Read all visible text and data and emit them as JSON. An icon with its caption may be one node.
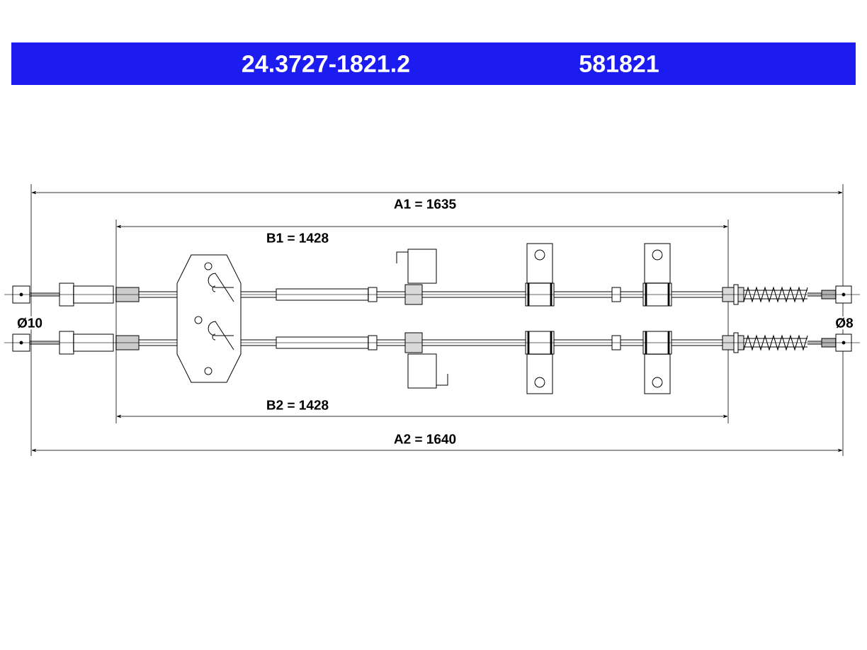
{
  "diagram": {
    "labels": [
      "24.3727-1821.2",
      "581821",
      "A1 = 1635",
      "B1 = 1428",
      "Ø10",
      "Ø8",
      "B2 = 1428",
      "A2 = 1640"
    ]
  }
}
